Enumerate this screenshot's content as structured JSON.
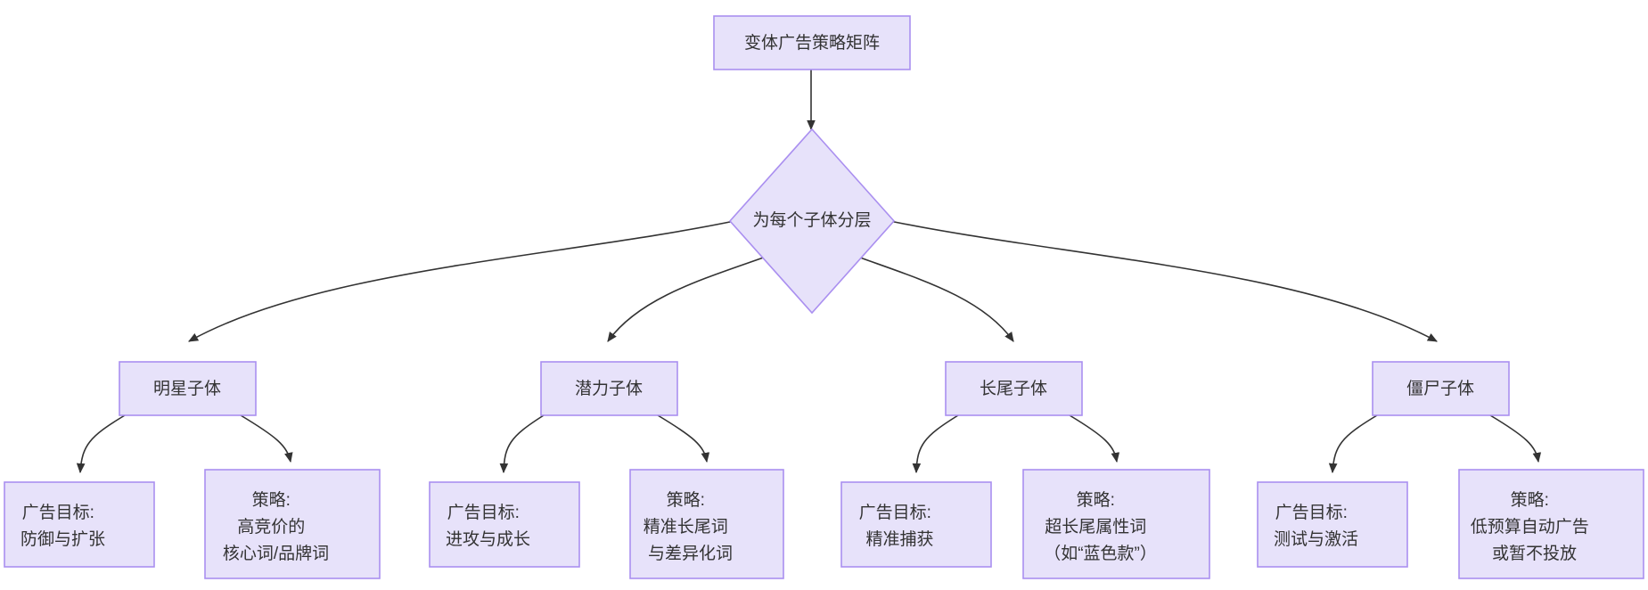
{
  "diagram": {
    "type": "flowchart",
    "direction": "top-down",
    "background_color": "#ffffff",
    "node_fill_color": "#e7e2fa",
    "node_border_color": "#aa8ff0",
    "edge_color": "#333333",
    "text_color": "#333333",
    "root": {
      "id": "root",
      "shape": "rectangle",
      "label": "变体广告策略矩阵"
    },
    "decision": {
      "id": "decision",
      "shape": "diamond",
      "label": "为每个子体分层"
    },
    "tiers": [
      {
        "id": "tier-star",
        "shape": "rectangle",
        "label": "明星子体",
        "children": [
          {
            "id": "tier-star-goal",
            "shape": "rectangle",
            "lines": [
              "广告目标:",
              "防御与扩张"
            ]
          },
          {
            "id": "tier-star-strategy",
            "shape": "rectangle",
            "lines": [
              "策略:",
              "高竞价的",
              "核心词/品牌词"
            ]
          }
        ]
      },
      {
        "id": "tier-potential",
        "shape": "rectangle",
        "label": "潜力子体",
        "children": [
          {
            "id": "tier-potential-goal",
            "shape": "rectangle",
            "lines": [
              "广告目标:",
              "进攻与成长"
            ]
          },
          {
            "id": "tier-potential-strategy",
            "shape": "rectangle",
            "lines": [
              "策略:",
              "精准长尾词",
              "与差异化词"
            ]
          }
        ]
      },
      {
        "id": "tier-longtail",
        "shape": "rectangle",
        "label": "长尾子体",
        "children": [
          {
            "id": "tier-longtail-goal",
            "shape": "rectangle",
            "lines": [
              "广告目标:",
              "精准捕获"
            ]
          },
          {
            "id": "tier-longtail-strategy",
            "shape": "rectangle",
            "lines": [
              "策略:",
              "超长尾属性词",
              "（如“蓝色款”）"
            ]
          }
        ]
      },
      {
        "id": "tier-zombie",
        "shape": "rectangle",
        "label": "僵尸子体",
        "children": [
          {
            "id": "tier-zombie-goal",
            "shape": "rectangle",
            "lines": [
              "广告目标:",
              "测试与激活"
            ]
          },
          {
            "id": "tier-zombie-strategy",
            "shape": "rectangle",
            "lines": [
              "策略:",
              "低预算自动广告",
              "或暂不投放"
            ]
          }
        ]
      }
    ]
  }
}
